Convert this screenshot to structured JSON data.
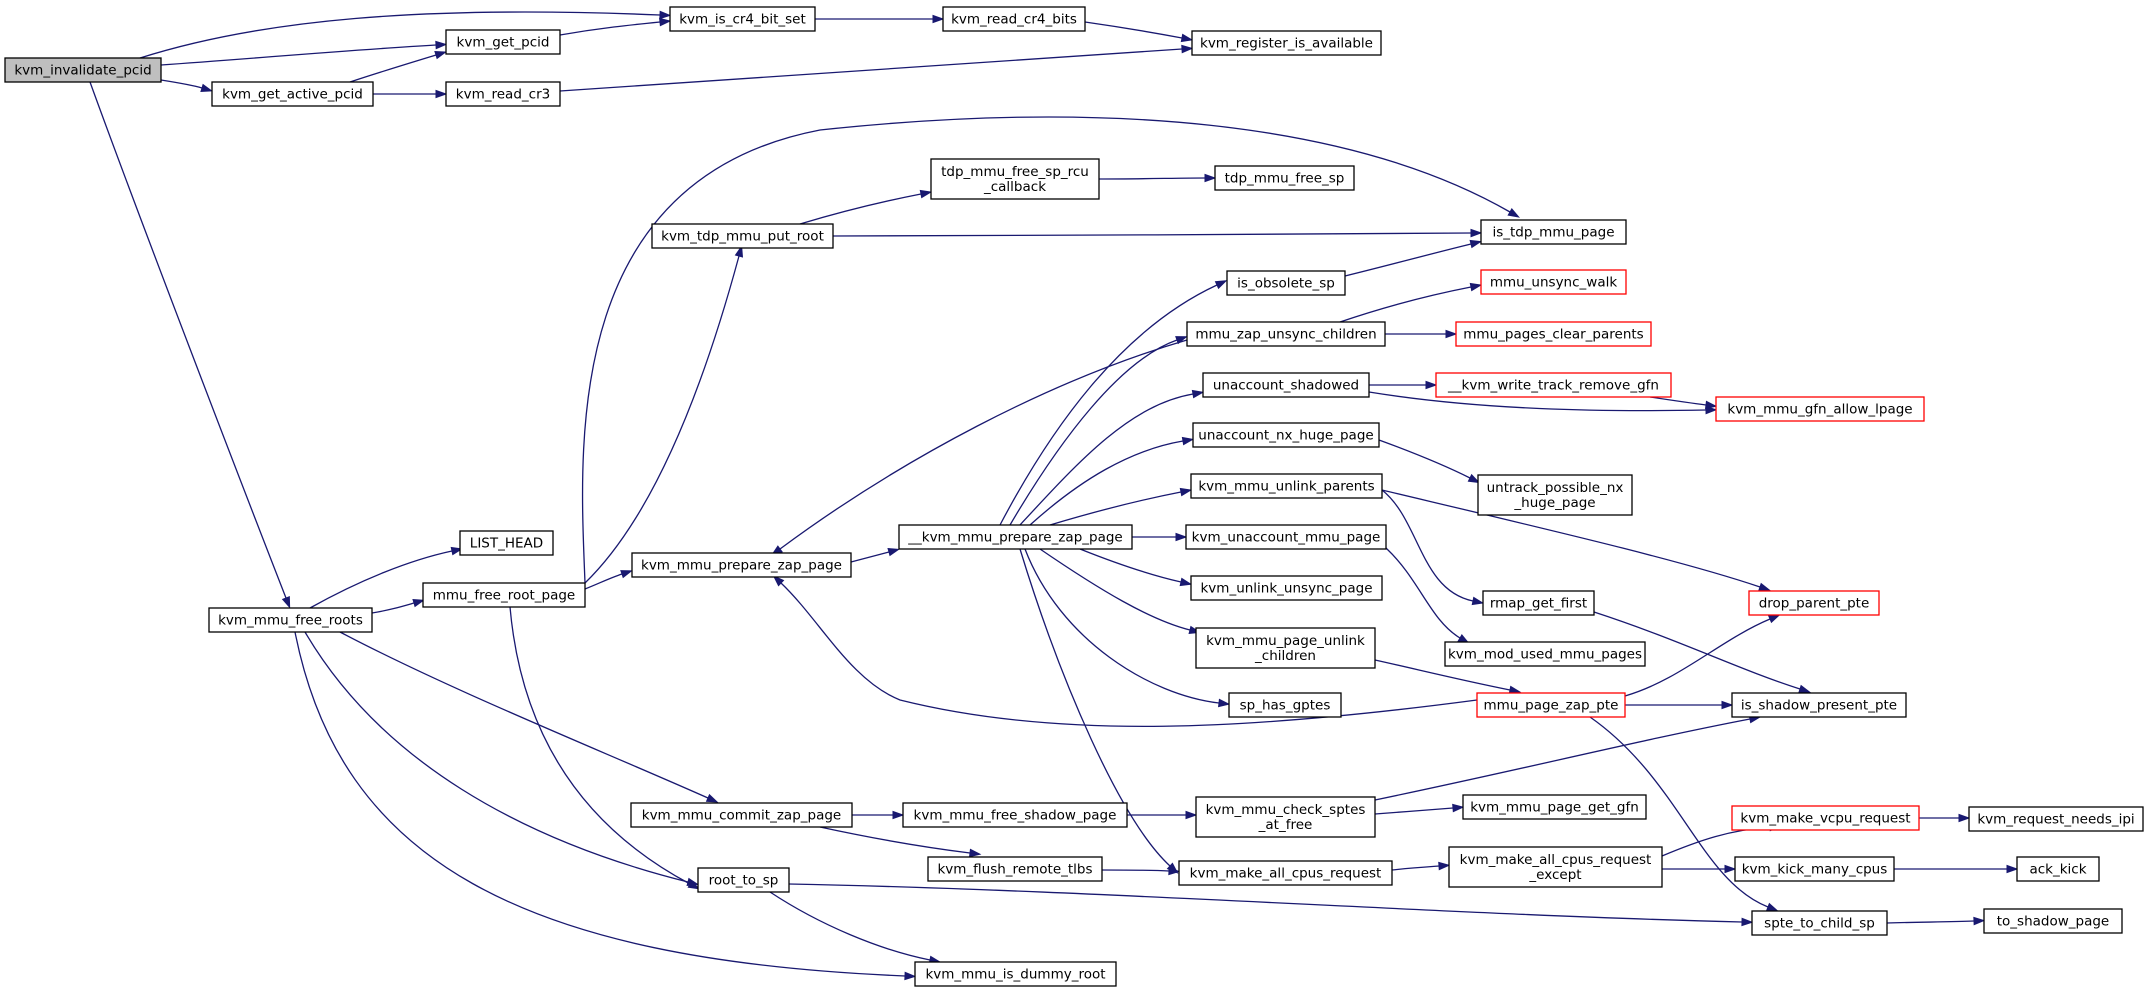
{
  "graph": {
    "colors": {
      "edge": "#191970",
      "node_border": "#000000",
      "node_border_truncated": "#ff0000",
      "current_node_fill": "#bfbfbf",
      "node_fill": "#ffffff"
    },
    "nodes": {
      "kvm_invalidate_pcid": {
        "lines": [
          "kvm_invalidate_pcid"
        ],
        "current": true
      },
      "kvm_is_cr4_bit_set": {
        "lines": [
          "kvm_is_cr4_bit_set"
        ]
      },
      "kvm_get_pcid": {
        "lines": [
          "kvm_get_pcid"
        ]
      },
      "kvm_read_cr4_bits": {
        "lines": [
          "kvm_read_cr4_bits"
        ]
      },
      "kvm_register_is_available": {
        "lines": [
          "kvm_register_is_available"
        ]
      },
      "kvm_get_active_pcid": {
        "lines": [
          "kvm_get_active_pcid"
        ]
      },
      "kvm_read_cr3": {
        "lines": [
          "kvm_read_cr3"
        ]
      },
      "tdp_mmu_free_sp_rcu_callback": {
        "lines": [
          "tdp_mmu_free_sp_rcu",
          "_callback"
        ]
      },
      "tdp_mmu_free_sp": {
        "lines": [
          "tdp_mmu_free_sp"
        ]
      },
      "kvm_tdp_mmu_put_root": {
        "lines": [
          "kvm_tdp_mmu_put_root"
        ]
      },
      "is_tdp_mmu_page": {
        "lines": [
          "is_tdp_mmu_page"
        ]
      },
      "is_obsolete_sp": {
        "lines": [
          "is_obsolete_sp"
        ]
      },
      "mmu_unsync_walk": {
        "lines": [
          "mmu_unsync_walk"
        ],
        "truncated": true
      },
      "mmu_zap_unsync_children": {
        "lines": [
          "mmu_zap_unsync_children"
        ]
      },
      "mmu_pages_clear_parents": {
        "lines": [
          "mmu_pages_clear_parents"
        ],
        "truncated": true
      },
      "unaccount_shadowed": {
        "lines": [
          "unaccount_shadowed"
        ]
      },
      "kvm_write_track_remove_gfn": {
        "lines": [
          "__kvm_write_track_remove_gfn"
        ],
        "truncated": true
      },
      "kvm_mmu_gfn_allow_lpage": {
        "lines": [
          "kvm_mmu_gfn_allow_lpage"
        ],
        "truncated": true
      },
      "unaccount_nx_huge_page": {
        "lines": [
          "unaccount_nx_huge_page"
        ]
      },
      "untrack_possible_nx_huge_page": {
        "lines": [
          "untrack_possible_nx",
          "_huge_page"
        ]
      },
      "kvm_mmu_unlink_parents": {
        "lines": [
          "kvm_mmu_unlink_parents"
        ]
      },
      "LIST_HEAD": {
        "lines": [
          "LIST_HEAD"
        ]
      },
      "kvm_mmu_prepare_zap_page_inner": {
        "lines": [
          "__kvm_mmu_prepare_zap_page"
        ]
      },
      "kvm_unaccount_mmu_page": {
        "lines": [
          "kvm_unaccount_mmu_page"
        ]
      },
      "kvm_mmu_prepare_zap_page": {
        "lines": [
          "kvm_mmu_prepare_zap_page"
        ]
      },
      "mmu_free_root_page": {
        "lines": [
          "mmu_free_root_page"
        ]
      },
      "kvm_mmu_free_roots": {
        "lines": [
          "kvm_mmu_free_roots"
        ]
      },
      "kvm_unlink_unsync_page": {
        "lines": [
          "kvm_unlink_unsync_page"
        ]
      },
      "rmap_get_first": {
        "lines": [
          "rmap_get_first"
        ]
      },
      "drop_parent_pte": {
        "lines": [
          "drop_parent_pte"
        ],
        "truncated": true
      },
      "kvm_mmu_page_unlink_children": {
        "lines": [
          "kvm_mmu_page_unlink",
          "_children"
        ]
      },
      "kvm_mod_used_mmu_pages": {
        "lines": [
          "kvm_mod_used_mmu_pages"
        ]
      },
      "sp_has_gptes": {
        "lines": [
          "sp_has_gptes"
        ]
      },
      "mmu_page_zap_pte": {
        "lines": [
          "mmu_page_zap_pte"
        ],
        "truncated": true
      },
      "is_shadow_present_pte": {
        "lines": [
          "is_shadow_present_pte"
        ]
      },
      "kvm_mmu_commit_zap_page": {
        "lines": [
          "kvm_mmu_commit_zap_page"
        ]
      },
      "kvm_mmu_free_shadow_page": {
        "lines": [
          "kvm_mmu_free_shadow_page"
        ]
      },
      "kvm_mmu_check_sptes_at_free": {
        "lines": [
          "kvm_mmu_check_sptes",
          "_at_free"
        ]
      },
      "kvm_mmu_page_get_gfn": {
        "lines": [
          "kvm_mmu_page_get_gfn"
        ]
      },
      "kvm_make_vcpu_request": {
        "lines": [
          "kvm_make_vcpu_request"
        ],
        "truncated": true
      },
      "kvm_request_needs_ipi": {
        "lines": [
          "kvm_request_needs_ipi"
        ]
      },
      "kvm_flush_remote_tlbs": {
        "lines": [
          "kvm_flush_remote_tlbs"
        ]
      },
      "kvm_make_all_cpus_request": {
        "lines": [
          "kvm_make_all_cpus_request"
        ]
      },
      "kvm_make_all_cpus_request_except": {
        "lines": [
          "kvm_make_all_cpus_request",
          "_except"
        ]
      },
      "kvm_kick_many_cpus": {
        "lines": [
          "kvm_kick_many_cpus"
        ]
      },
      "ack_kick": {
        "lines": [
          "ack_kick"
        ]
      },
      "root_to_sp": {
        "lines": [
          "root_to_sp"
        ]
      },
      "spte_to_child_sp": {
        "lines": [
          "spte_to_child_sp"
        ]
      },
      "to_shadow_page": {
        "lines": [
          "to_shadow_page"
        ]
      },
      "kvm_mmu_is_dummy_root": {
        "lines": [
          "kvm_mmu_is_dummy_root"
        ]
      }
    },
    "edges": [
      [
        "kvm_invalidate_pcid",
        "kvm_is_cr4_bit_set"
      ],
      [
        "kvm_invalidate_pcid",
        "kvm_get_pcid"
      ],
      [
        "kvm_invalidate_pcid",
        "kvm_get_active_pcid"
      ],
      [
        "kvm_invalidate_pcid",
        "kvm_mmu_free_roots"
      ],
      [
        "kvm_get_pcid",
        "kvm_is_cr4_bit_set"
      ],
      [
        "kvm_is_cr4_bit_set",
        "kvm_read_cr4_bits"
      ],
      [
        "kvm_read_cr4_bits",
        "kvm_register_is_available"
      ],
      [
        "kvm_get_active_pcid",
        "kvm_get_pcid"
      ],
      [
        "kvm_get_active_pcid",
        "kvm_read_cr3"
      ],
      [
        "kvm_read_cr3",
        "kvm_register_is_available"
      ],
      [
        "kvm_mmu_free_roots",
        "LIST_HEAD"
      ],
      [
        "kvm_mmu_free_roots",
        "mmu_free_root_page"
      ],
      [
        "kvm_mmu_free_roots",
        "kvm_mmu_commit_zap_page"
      ],
      [
        "kvm_mmu_free_roots",
        "root_to_sp"
      ],
      [
        "kvm_mmu_free_roots",
        "kvm_mmu_is_dummy_root"
      ],
      [
        "mmu_free_root_page",
        "is_tdp_mmu_page"
      ],
      [
        "mmu_free_root_page",
        "kvm_tdp_mmu_put_root"
      ],
      [
        "mmu_free_root_page",
        "kvm_mmu_prepare_zap_page"
      ],
      [
        "mmu_free_root_page",
        "root_to_sp"
      ],
      [
        "kvm_tdp_mmu_put_root",
        "tdp_mmu_free_sp_rcu_callback"
      ],
      [
        "kvm_tdp_mmu_put_root",
        "is_tdp_mmu_page"
      ],
      [
        "tdp_mmu_free_sp_rcu_callback",
        "tdp_mmu_free_sp"
      ],
      [
        "kvm_mmu_prepare_zap_page",
        "kvm_mmu_prepare_zap_page_inner"
      ],
      [
        "kvm_mmu_prepare_zap_page_inner",
        "is_obsolete_sp"
      ],
      [
        "kvm_mmu_prepare_zap_page_inner",
        "mmu_zap_unsync_children"
      ],
      [
        "kvm_mmu_prepare_zap_page_inner",
        "unaccount_shadowed"
      ],
      [
        "kvm_mmu_prepare_zap_page_inner",
        "unaccount_nx_huge_page"
      ],
      [
        "kvm_mmu_prepare_zap_page_inner",
        "kvm_mmu_unlink_parents"
      ],
      [
        "kvm_mmu_prepare_zap_page_inner",
        "kvm_unaccount_mmu_page"
      ],
      [
        "kvm_mmu_prepare_zap_page_inner",
        "kvm_unlink_unsync_page"
      ],
      [
        "kvm_mmu_prepare_zap_page_inner",
        "kvm_mmu_page_unlink_children"
      ],
      [
        "kvm_mmu_prepare_zap_page_inner",
        "sp_has_gptes"
      ],
      [
        "kvm_mmu_prepare_zap_page_inner",
        "kvm_make_all_cpus_request"
      ],
      [
        "is_obsolete_sp",
        "is_tdp_mmu_page"
      ],
      [
        "mmu_zap_unsync_children",
        "mmu_unsync_walk"
      ],
      [
        "mmu_zap_unsync_children",
        "mmu_pages_clear_parents"
      ],
      [
        "mmu_zap_unsync_children",
        "kvm_mmu_prepare_zap_page"
      ],
      [
        "unaccount_shadowed",
        "kvm_write_track_remove_gfn"
      ],
      [
        "unaccount_shadowed",
        "kvm_mmu_gfn_allow_lpage"
      ],
      [
        "kvm_write_track_remove_gfn",
        "kvm_mmu_gfn_allow_lpage"
      ],
      [
        "unaccount_nx_huge_page",
        "untrack_possible_nx_huge_page"
      ],
      [
        "kvm_mmu_unlink_parents",
        "rmap_get_first"
      ],
      [
        "kvm_mmu_unlink_parents",
        "drop_parent_pte"
      ],
      [
        "kvm_unaccount_mmu_page",
        "kvm_mod_used_mmu_pages"
      ],
      [
        "rmap_get_first",
        "is_shadow_present_pte"
      ],
      [
        "kvm_mmu_page_unlink_children",
        "mmu_page_zap_pte"
      ],
      [
        "mmu_page_zap_pte",
        "drop_parent_pte"
      ],
      [
        "mmu_page_zap_pte",
        "is_shadow_present_pte"
      ],
      [
        "mmu_page_zap_pte",
        "kvm_mmu_prepare_zap_page"
      ],
      [
        "mmu_page_zap_pte",
        "spte_to_child_sp"
      ],
      [
        "kvm_mmu_commit_zap_page",
        "kvm_mmu_free_shadow_page"
      ],
      [
        "kvm_mmu_commit_zap_page",
        "kvm_flush_remote_tlbs"
      ],
      [
        "kvm_mmu_free_shadow_page",
        "kvm_mmu_check_sptes_at_free"
      ],
      [
        "kvm_mmu_check_sptes_at_free",
        "is_shadow_present_pte"
      ],
      [
        "kvm_mmu_check_sptes_at_free",
        "kvm_mmu_page_get_gfn"
      ],
      [
        "kvm_flush_remote_tlbs",
        "kvm_make_all_cpus_request"
      ],
      [
        "kvm_make_all_cpus_request",
        "kvm_make_all_cpus_request_except"
      ],
      [
        "kvm_make_all_cpus_request_except",
        "kvm_make_vcpu_request"
      ],
      [
        "kvm_make_all_cpus_request_except",
        "kvm_kick_many_cpus"
      ],
      [
        "kvm_make_vcpu_request",
        "kvm_request_needs_ipi"
      ],
      [
        "kvm_kick_many_cpus",
        "ack_kick"
      ],
      [
        "root_to_sp",
        "spte_to_child_sp"
      ],
      [
        "root_to_sp",
        "kvm_mmu_is_dummy_root"
      ],
      [
        "spte_to_child_sp",
        "to_shadow_page"
      ]
    ]
  }
}
